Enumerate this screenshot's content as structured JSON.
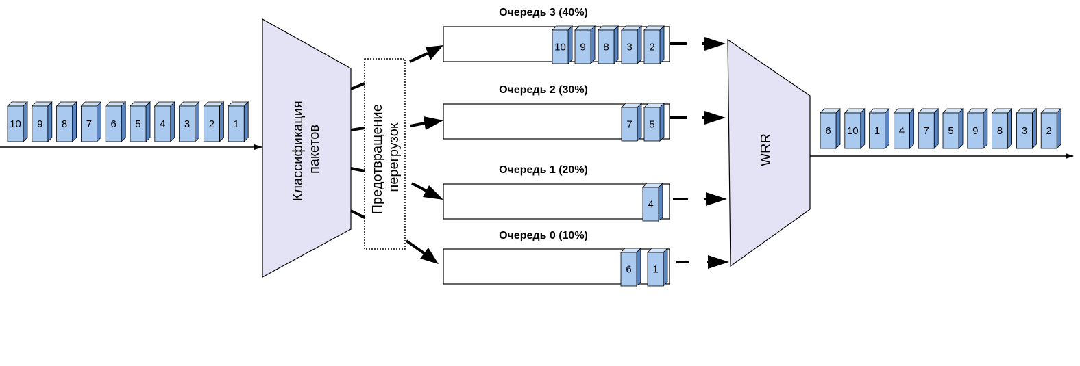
{
  "colors": {
    "packet_front": "#a9c9ef",
    "packet_side": "#5b86c1",
    "packet_top": "#d3e4f7",
    "block_fill": "#e4e2f5",
    "stroke": "#000000"
  },
  "input_packets": [
    "10",
    "9",
    "8",
    "7",
    "6",
    "5",
    "4",
    "3",
    "2",
    "1"
  ],
  "classifier": {
    "line1": "Классификация",
    "line2": "пакетов"
  },
  "congestion": {
    "line1": "Предотвращение",
    "line2": "перегрузок"
  },
  "queues": [
    {
      "title": "Очередь 3 (40%)",
      "packets": [
        "10",
        "9",
        "8",
        "3",
        "2"
      ]
    },
    {
      "title": "Очередь 2 (30%)",
      "packets": [
        "7",
        "5"
      ]
    },
    {
      "title": "Очередь 1 (20%)",
      "packets": [
        "4"
      ]
    },
    {
      "title": "Очередь 0 (10%)",
      "packets": [
        "6",
        "1"
      ]
    }
  ],
  "scheduler": {
    "label": "WRR"
  },
  "output_packets": [
    "6",
    "10",
    "1",
    "4",
    "7",
    "5",
    "9",
    "8",
    "3",
    "2"
  ]
}
